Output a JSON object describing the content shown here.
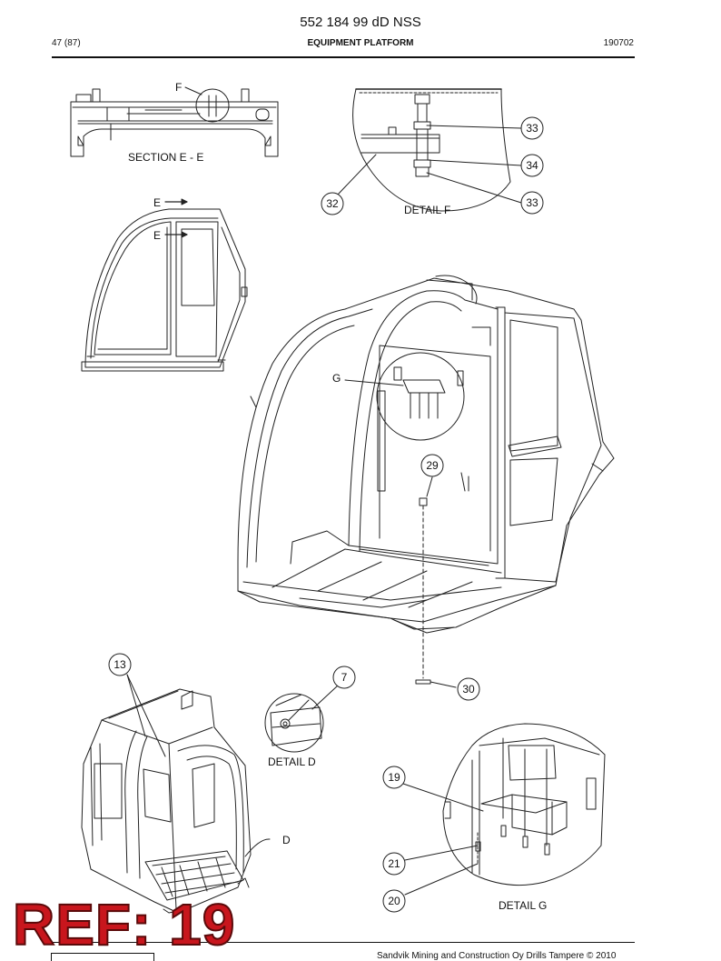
{
  "header": {
    "document_number": "552 184 99 dD NSS",
    "page": "47 (87)",
    "section": "EQUIPMENT PLATFORM",
    "code": "190702"
  },
  "footer": {
    "copyright": "Sandvik Mining and Construction Oy Drills Tampere © 2010"
  },
  "views": {
    "section_ee": "SECTION E - E",
    "detail_f": "DETAIL F",
    "detail_d": "DETAIL D",
    "detail_g": "DETAIL G"
  },
  "markers": {
    "f": "F",
    "e_top": "E",
    "e_bottom": "E",
    "g": "G",
    "d": "D"
  },
  "balloons": {
    "b33_upper": "33",
    "b34": "34",
    "b33_lower": "33",
    "b32": "32",
    "b29": "29",
    "b13": "13",
    "b7": "7",
    "b30": "30",
    "b19": "19",
    "b21": "21",
    "b20": "20"
  },
  "stamp": {
    "text": "REF: 19",
    "color": "#c8161d"
  }
}
